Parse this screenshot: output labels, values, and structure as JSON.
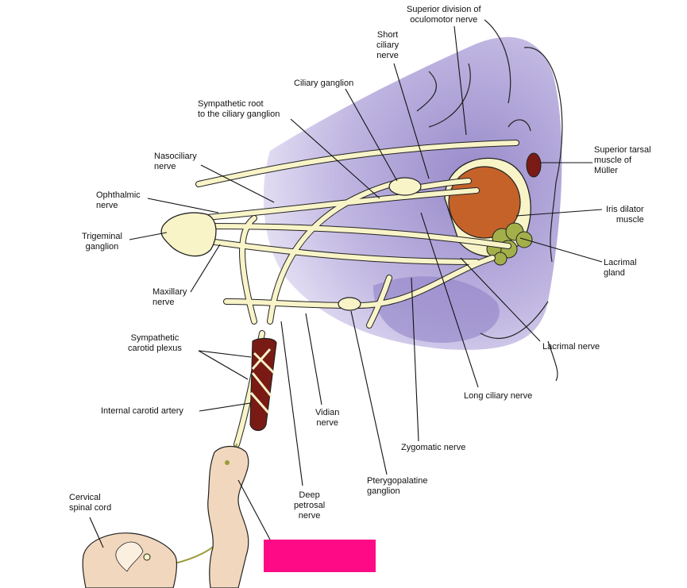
{
  "labels": {
    "superior_division": "Superior division of\noculomotor nerve",
    "short_ciliary": "Short\nciliary\nnerve",
    "ciliary_ganglion": "Ciliary ganglion",
    "sympathetic_root": "Sympathetic root\nto the ciliary ganglion",
    "nasociliary": "Nasociliary\nnerve",
    "ophthalmic": "Ophthalmic\nnerve",
    "trigeminal": "Trigeminal\nganglion",
    "maxillary": "Maxillary\nnerve",
    "sympathetic_plexus": "Sympathetic\ncarotid plexus",
    "internal_carotid": "Internal carotid artery",
    "vidian": "Vidian\nnerve",
    "deep_petrosal": "Deep\npetrosal\nnerve",
    "pterygopalatine": "Pterygopalatine\nganglion",
    "zygomatic": "Zygomatic nerve",
    "long_ciliary": "Long ciliary nerve",
    "lacrimal_nerve": "Lacrimal nerve",
    "lacrimal_gland": "Lacrimal\ngland",
    "iris_dilator": "Iris dilator\nmuscle",
    "superior_tarsal": "Superior tarsal\nmuscle of\nMüller",
    "cervical": "Cervical\nspinal cord"
  },
  "colors": {
    "orbit": "#b9aede",
    "orbit_dark": "#8c7dc4",
    "nerve": "#f8f4c8",
    "nerve_outline": "#222222",
    "eye": "#c4622a",
    "gland": "#a3b04a",
    "artery": "#7a1a14",
    "cord_tissue": "#f1d7bd",
    "mask": "#ff0a86"
  }
}
